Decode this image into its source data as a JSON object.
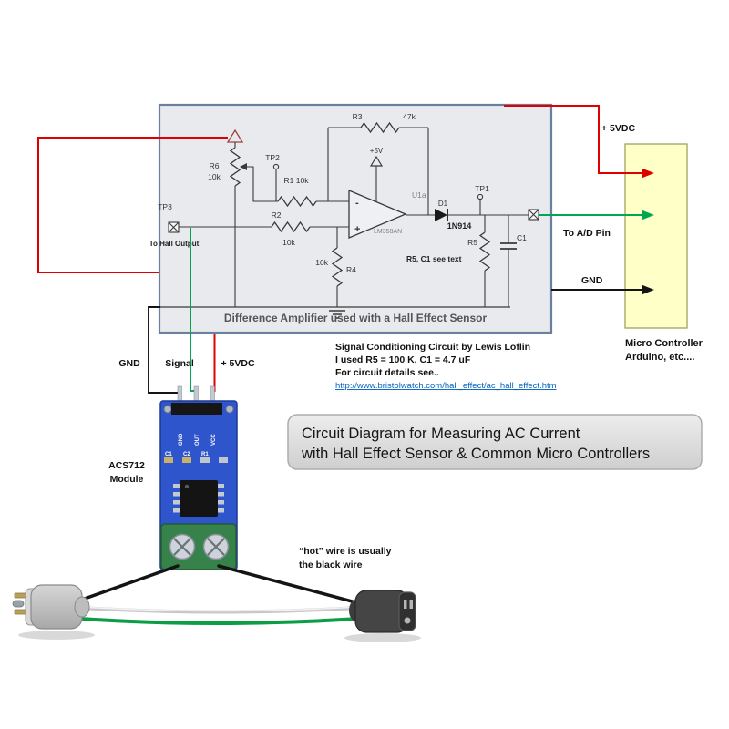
{
  "colors": {
    "wire_red": "#e00000",
    "wire_green": "#00a651",
    "wire_black": "#141414",
    "pcb_blue": "#2f55cc",
    "mcu_fill": "#ffffc8",
    "schematic_bg": "#e9eaee",
    "schematic_border": "#6b7f9e",
    "link_blue": "#0563c1",
    "terminal_green": "#37824a"
  },
  "schematic": {
    "caption": "Difference Amplifier used with a Hall Effect Sensor",
    "labels": {
      "r1": "R1 10k",
      "r2": "R2",
      "r2_value": "10k",
      "r3": "R3",
      "r3_value": "47k",
      "r4": "R4",
      "r4_value": "10k",
      "r5": "R5",
      "r6": "R6",
      "r6_value": "10k",
      "c1": "C1",
      "tp1": "TP1",
      "tp2": "TP2",
      "tp3": "TP3",
      "u1a": "U1a",
      "part": "LM358AN",
      "plus5v": "+5V",
      "minus": "-",
      "plus": "+",
      "d1": "D1",
      "d1_part": "1N914",
      "note": "R5, C1 see text",
      "hall": "To Hall Output"
    }
  },
  "mcu": {
    "line1": "Micro Controller",
    "line2": "Arduino, etc....",
    "pin_5vdc": "+ 5VDC",
    "pin_adc": "To A/D Pin",
    "pin_gnd": "GND"
  },
  "module": {
    "name1": "ACS712",
    "name2": "Module",
    "wire_gnd": "GND",
    "wire_signal": "Signal",
    "wire_vcc": "+ 5VDC",
    "silk_pin1": "GND",
    "silk_pin2": "OUT",
    "silk_pin3": "VCC",
    "silk_c1": "C1",
    "silk_c2": "C2",
    "silk_r1": "R1"
  },
  "credit": {
    "line1": "Signal Conditioning Circuit by Lewis Loflin",
    "line2": "I used R5 = 100 K, C1 = 4.7 uF",
    "line3": "For circuit details see..",
    "link": "http://www.bristolwatch.com/hall_effect/ac_hall_effect.htm"
  },
  "title_box": {
    "line1": "Circuit Diagram for Measuring AC Current",
    "line2": "with Hall Effect Sensor & Common Micro Controllers"
  },
  "hot_note": {
    "line1": "“hot” wire is usually",
    "line2": "the black wire"
  }
}
